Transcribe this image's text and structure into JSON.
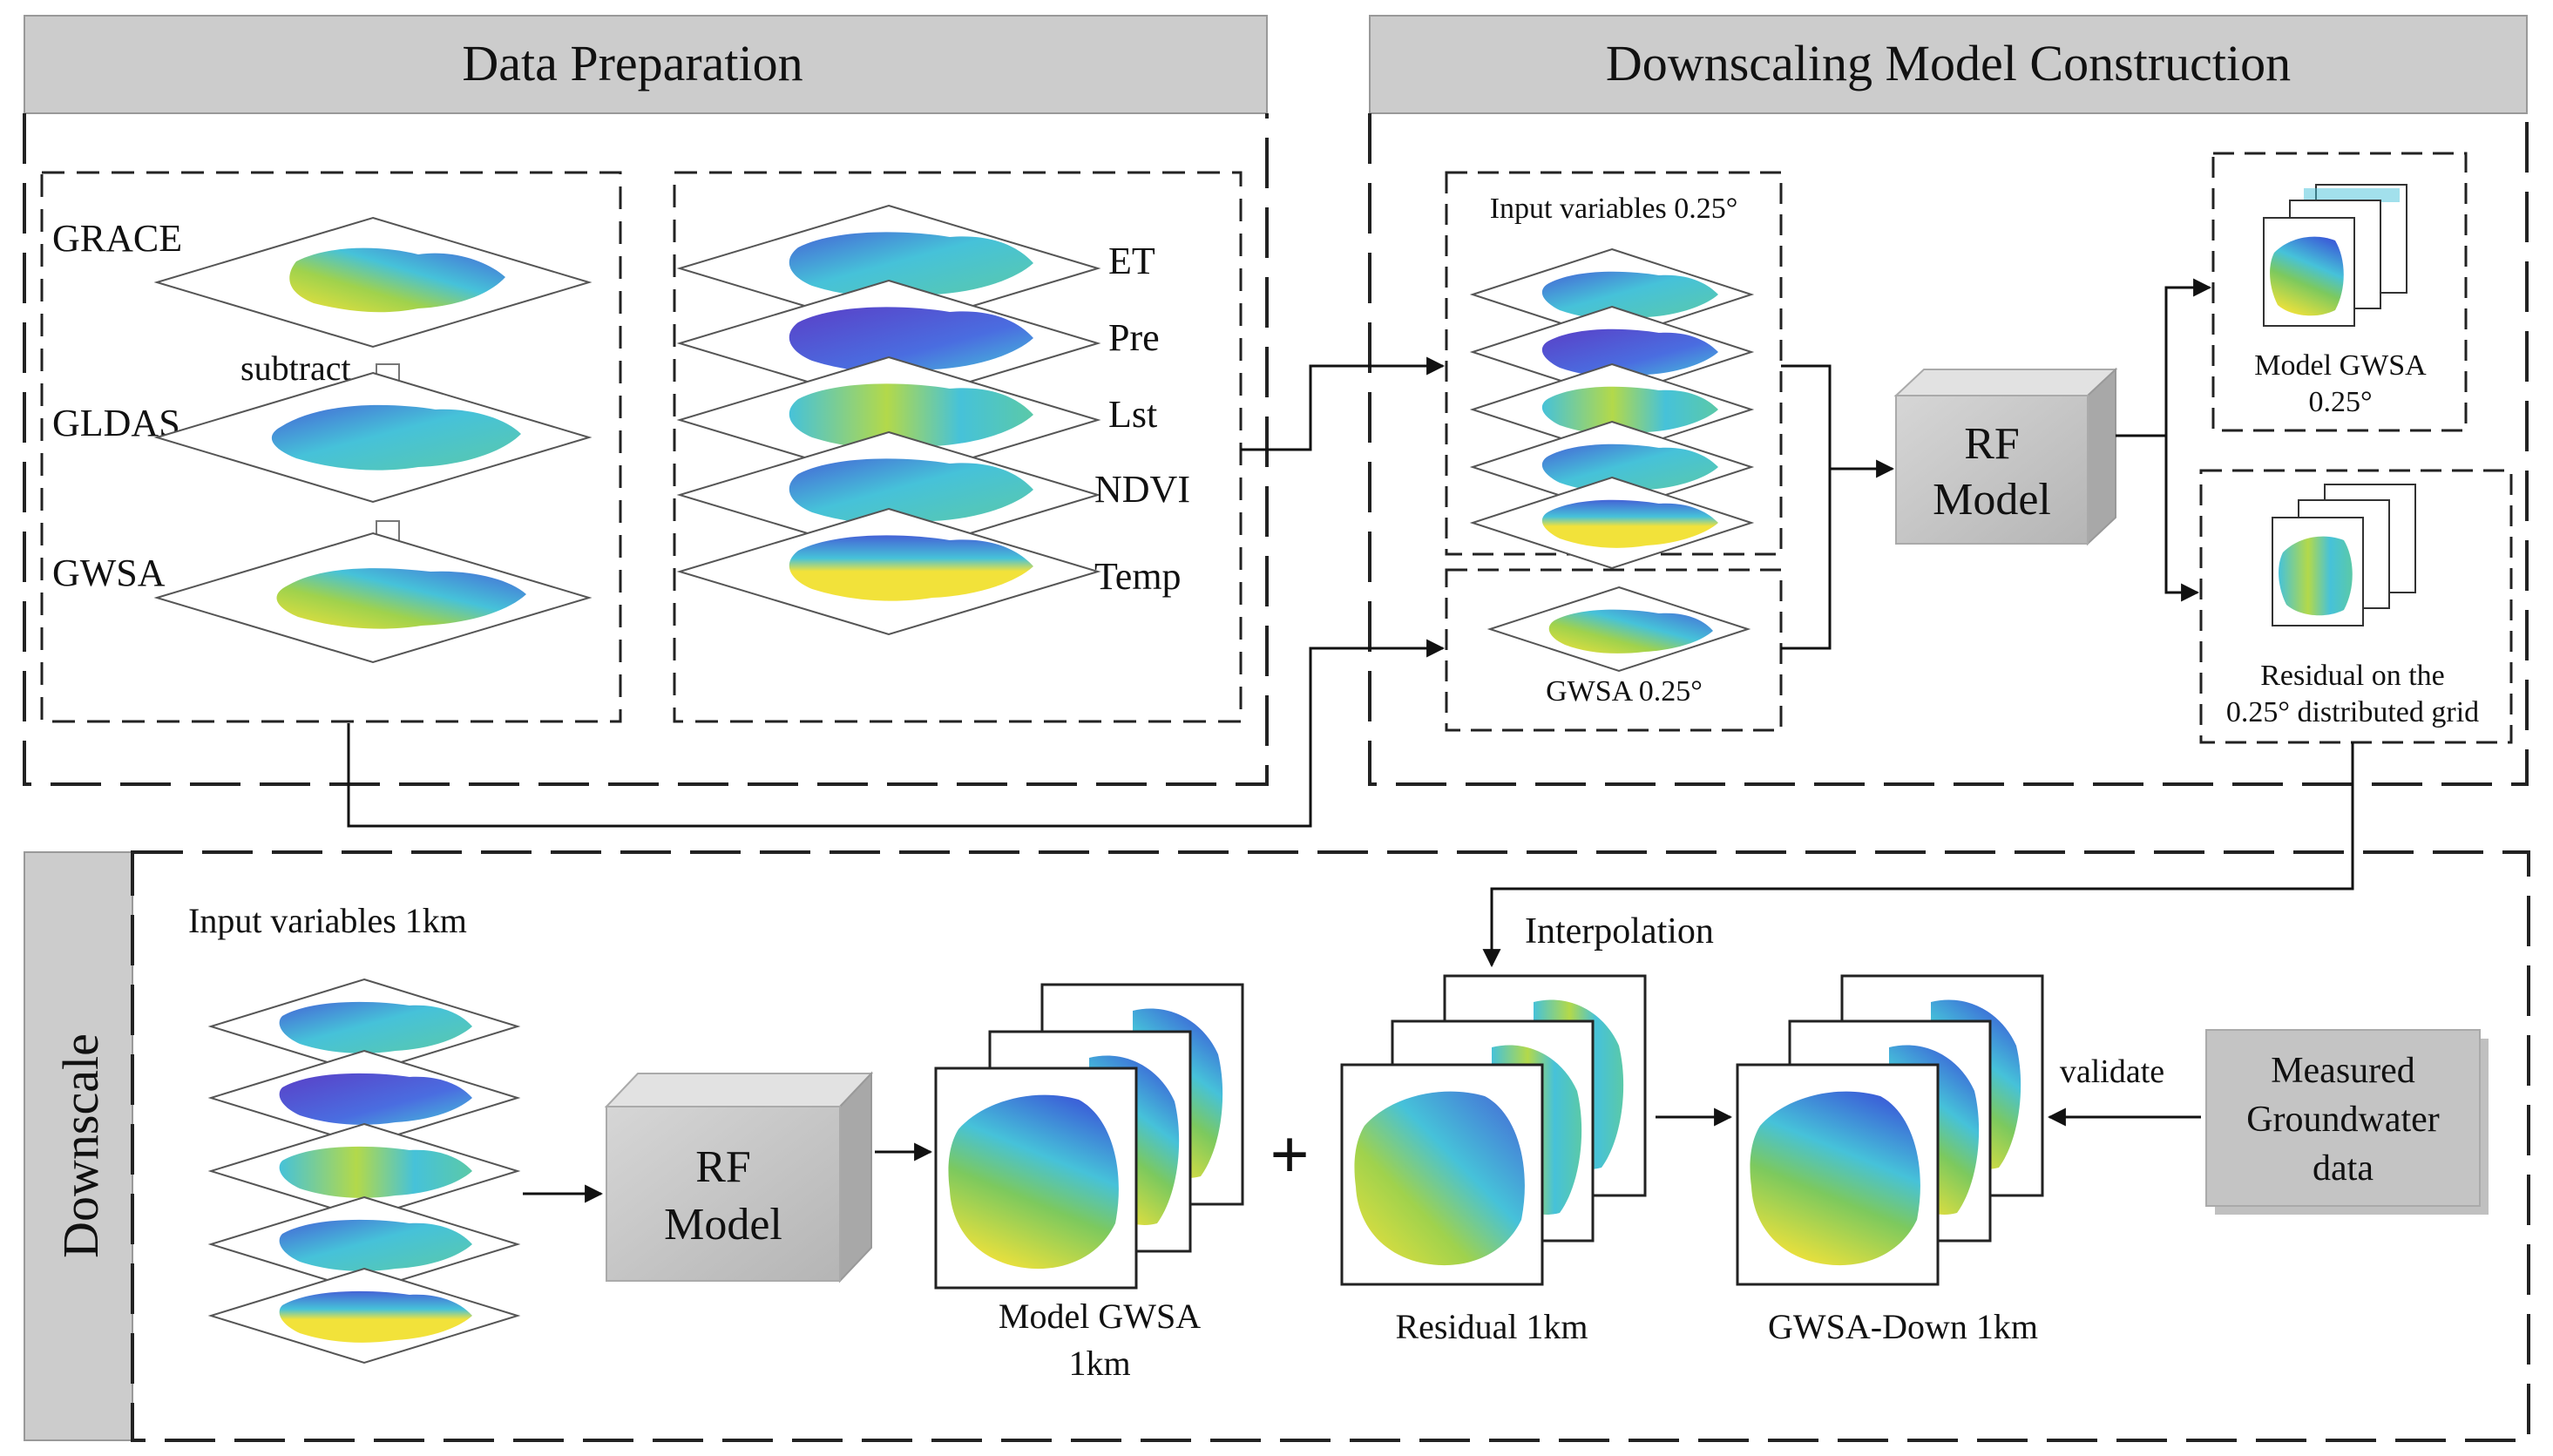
{
  "sections": {
    "data_preparation": "Data Preparation",
    "downscaling_model_construction": "Downscaling Model Construction",
    "downscale": "Downscale"
  },
  "grace_stack": {
    "grace": "GRACE",
    "subtract": "subtract",
    "gldas": "GLDAS",
    "gwsa": "GWSA"
  },
  "variables": [
    "ET",
    "Pre",
    "Lst",
    "NDVI",
    "Temp"
  ],
  "construction": {
    "input_variables": "Input variables 0.25°",
    "gwsa_coarse": "GWSA 0.25°",
    "rf_line1": "RF",
    "rf_line2": "Model",
    "model_gwsa_line1": "Model GWSA",
    "model_gwsa_line2": "0.25°",
    "residual_line1": "Residual on the",
    "residual_line2": "0.25° distributed grid"
  },
  "downscale": {
    "input_variables": "Input variables 1km",
    "rf_line1": "RF",
    "rf_line2": "Model",
    "model_gwsa_line1": "Model GWSA",
    "model_gwsa_line2": "1km",
    "plus": "+",
    "interpolation": "Interpolation",
    "residual": "Residual 1km",
    "gwsa_down": "GWSA-Down 1km",
    "validate": "validate",
    "measured_line1": "Measured",
    "measured_line2": "Groundwater",
    "measured_line3": "data"
  },
  "colors": {
    "header_fill": "#cccccc",
    "box_fill": "#c4c4c4",
    "map_yellow": "#f2e23a",
    "map_green": "#7cc95e",
    "map_cyan": "#46c2d9",
    "map_blue": "#4563d6",
    "map_purple": "#5a3fc7"
  }
}
